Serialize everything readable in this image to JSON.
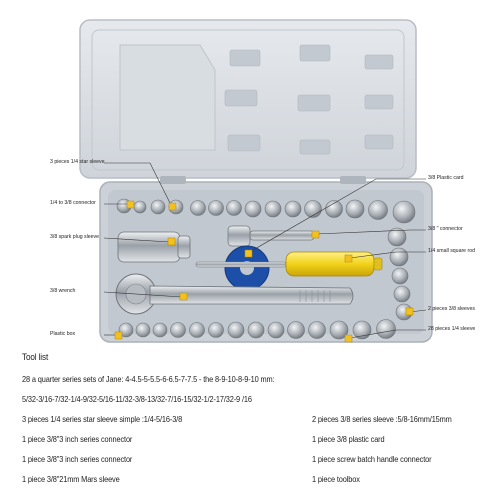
{
  "callouts": {
    "star_sleeve_3": "3 pieces 1/4 star sleeve",
    "connector_14_38": "1/4 to 3/8 connector",
    "spark_plug_sleeve": "3/8 spark plug sleeve",
    "wrench": "3/8 wrench",
    "plastic_box": "Plastic box",
    "plastic_card": "3/8 Plastic card",
    "connector_38": "3/8 \" connector",
    "square_rod": "1/4 small square rod",
    "sleeves_38": "2 pieces 3/8 sleeves",
    "sleeve_14": "28 pieces 1/4 sleeve"
  },
  "tool_list": {
    "title": "Tool list",
    "line1": "28 a quarter series sets of Jane: 4-4.5-5-5.5-6-6.5-7-7.5 - the 8-9-10-8-9-10 mm:",
    "line2": "5/32-3/16-7/32-1/4-9/32-5/16-11/32-3/8-13/32-7/16-15/32-1/2-17/32-9 /16",
    "left": [
      "3 pieces 1/4 series star sleeve simple :1/4-5/16-3/8",
      "1 piece 3/8\"3 inch series connector",
      "1 piece 3/8\"3 inch series connector",
      "1 piece 3/8\"21mm Mars sleeve"
    ],
    "right": [
      "2 pieces 3/8 series sleeve :5/8-16mm/15mm",
      "1 piece 3/8 plastic card",
      "1 piece screw batch handle connector",
      "1 piece toolbox"
    ]
  },
  "colors": {
    "case_grey": "#c9cfd6",
    "chrome": "#c4c9ce",
    "handle_yellow": "#f2d21a",
    "card_blue": "#1d4fa8",
    "marker_yellow": "#f4c020"
  }
}
